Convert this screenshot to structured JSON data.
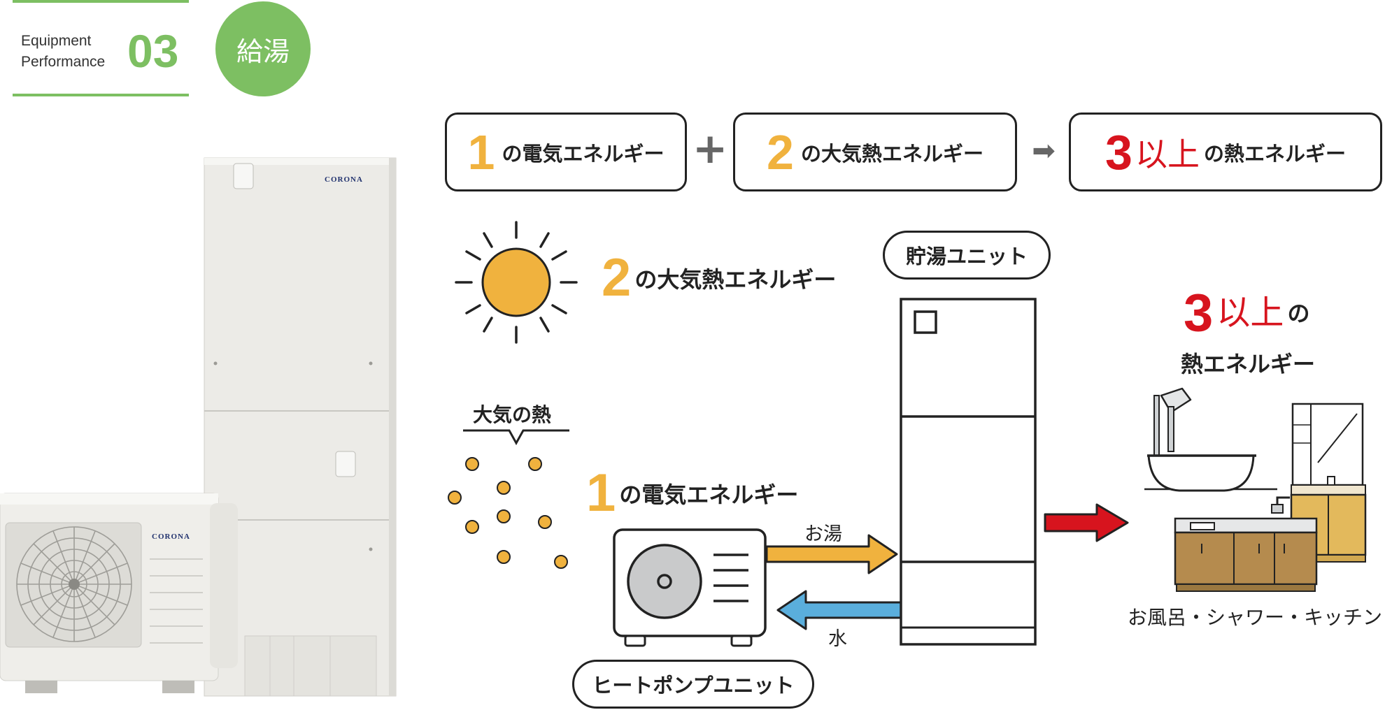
{
  "header": {
    "line1": "Equipment",
    "line2": "Performance",
    "number": "03",
    "badge": "給湯"
  },
  "brand": "CORONA",
  "equation": {
    "term1": {
      "num": "1",
      "text": "の電気エネルギー"
    },
    "op_plus": "+",
    "term2": {
      "num": "2",
      "text": "の大気熱エネルギー"
    },
    "op_arrow": "➡",
    "result": {
      "num": "3",
      "sub": "以上",
      "text": "の熱エネルギー"
    }
  },
  "diagram": {
    "sun_label": {
      "num": "2",
      "text": "の大気熱エネルギー"
    },
    "air_heat_label": "大気の熱",
    "electric_label": {
      "num": "1",
      "text": "の電気エネルギー"
    },
    "hot_water_label": "お湯",
    "water_label": "水",
    "tank_unit_label": "貯湯ユニット",
    "heat_pump_label": "ヒートポンプユニット",
    "output_title": {
      "num": "3",
      "sub": "以上",
      "text": "の",
      "line2": "熱エネルギー"
    },
    "uses_label": "お風呂・シャワー・キッチン"
  },
  "colors": {
    "accent_green": "#7dbf62",
    "orange": "#f0b23e",
    "red": "#d7141e",
    "blue": "#5aaedc",
    "cabinet": "#b58b4e"
  }
}
